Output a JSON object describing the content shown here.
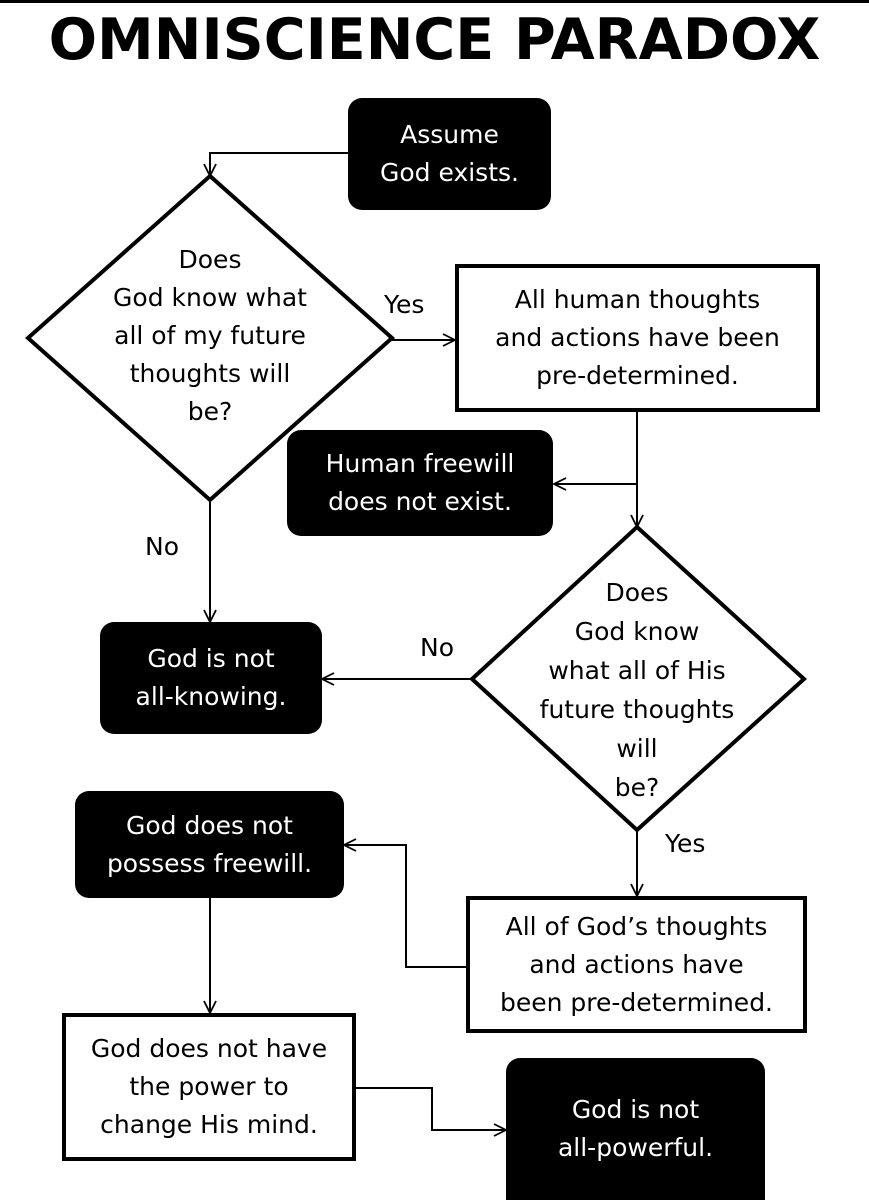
{
  "title": "OMNISCIENCE PARADOX",
  "nodes": {
    "assume": "Assume\nGod exists.",
    "q1": "Does\nGod know what\nall of my future\nthoughts will\nbe?",
    "human_predetermined": "All human thoughts\nand actions have been\npre-determined.",
    "no_human_freewill": "Human freewill\ndoes not exist.",
    "not_all_knowing": "God is not\nall-knowing.",
    "q2": "Does\nGod know\nwhat all of His\nfuture thoughts\nwill\nbe?",
    "no_god_freewill": "God does not\npossess freewill.",
    "god_predetermined": "All of  God’s thoughts\nand actions  have\nbeen pre-determined.",
    "cannot_change_mind": "God does not have\nthe power to\nchange His mind.",
    "not_all_powerful": "God is not\nall-powerful."
  },
  "edges": {
    "q1_yes": "Yes",
    "q1_no": "No",
    "q2_no": "No",
    "q2_yes": "Yes"
  }
}
